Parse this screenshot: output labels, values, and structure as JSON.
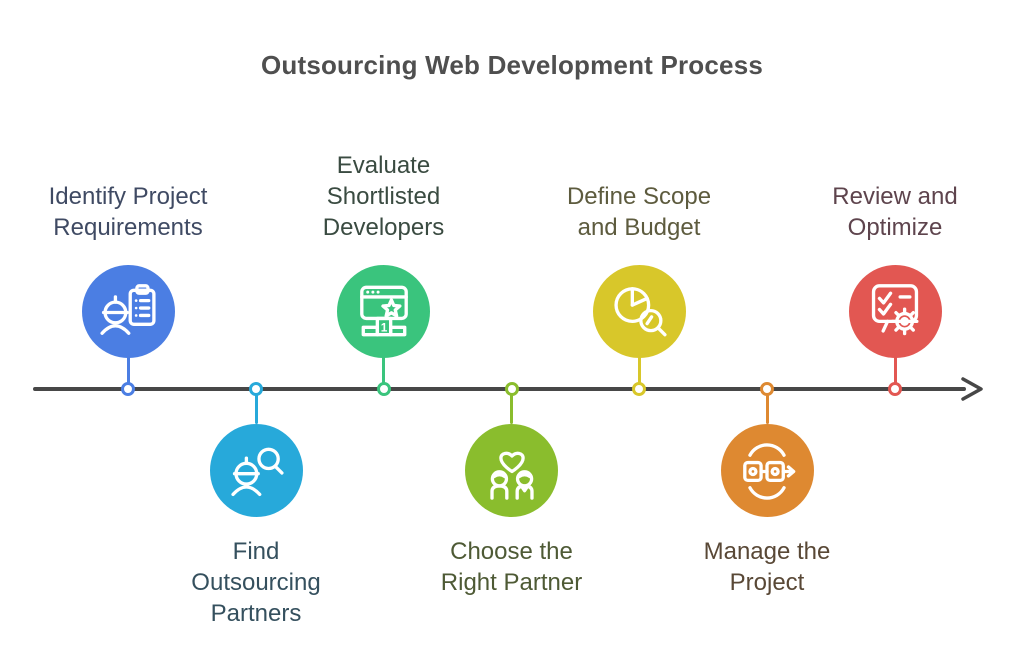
{
  "title": "Outsourcing Web Development Process",
  "timeline": {
    "axis_color": "#474747",
    "has_arrowhead": true
  },
  "steps": [
    {
      "label": "Identify Project Requirements",
      "lines": [
        "Identify Project",
        "Requirements"
      ],
      "side": "top",
      "circle_color": "#4B7EE3",
      "label_color": "#3F4A63",
      "icon": "engineer-clipboard-icon"
    },
    {
      "label": "Find Outsourcing Partners",
      "lines": [
        "Find",
        "Outsourcing",
        "Partners"
      ],
      "side": "bottom",
      "circle_color": "#27A9DA",
      "label_color": "#35505E",
      "icon": "person-search-icon"
    },
    {
      "label": "Evaluate Shortlisted Developers",
      "lines": [
        "Evaluate",
        "Shortlisted",
        "Developers"
      ],
      "side": "top",
      "circle_color": "#3AC47D",
      "label_color": "#3A4B41",
      "icon": "browser-ranking-icon",
      "badge": "1"
    },
    {
      "label": "Choose the Right Partner",
      "lines": [
        "Choose the",
        "Right Partner"
      ],
      "side": "bottom",
      "circle_color": "#8ABD2D",
      "label_color": "#4E5A35",
      "icon": "partners-heart-icon"
    },
    {
      "label": "Define Scope and Budget",
      "lines": [
        "Define Scope",
        "and Budget"
      ],
      "side": "top",
      "circle_color": "#D8C72A",
      "label_color": "#5D5B3E",
      "icon": "pie-chart-magnifier-icon"
    },
    {
      "label": "Manage the Project",
      "lines": [
        "Manage the",
        "Project"
      ],
      "side": "bottom",
      "circle_color": "#DE8931",
      "label_color": "#594836",
      "icon": "workflow-cycle-icon"
    },
    {
      "label": "Review and Optimize",
      "lines": [
        "Review and",
        "Optimize"
      ],
      "side": "top",
      "circle_color": "#E25752",
      "label_color": "#5E444D",
      "icon": "checklist-gear-icon"
    }
  ]
}
